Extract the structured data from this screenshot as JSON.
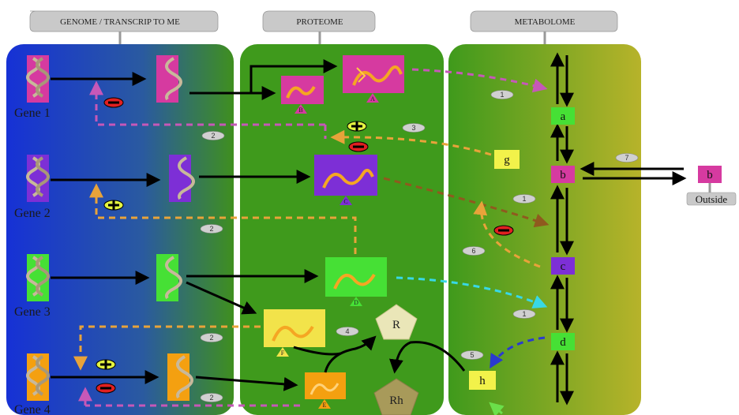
{
  "headers": {
    "genome": "GENOME  /  TRANSCRIP TO ME",
    "proteome": "PROTEOME",
    "metabolome": "METABOLOME"
  },
  "genes": [
    "Gene 1",
    "Gene 2",
    "Gene 3",
    "Gene 4"
  ],
  "proteins": [
    "A",
    "B",
    "C",
    "D",
    "E",
    "F"
  ],
  "metabolites": [
    "a",
    "b",
    "c",
    "d",
    "g",
    "h"
  ],
  "outside": {
    "metabolite": "b",
    "label": "Outside"
  },
  "receptors": {
    "r": "R",
    "rh": "Rh"
  },
  "step_numbers": [
    "1",
    "2",
    "3",
    "4",
    "5",
    "6",
    "7"
  ],
  "colors": {
    "genome_panel_start": "#1631d6",
    "genome_panel_end": "#3f8f1f",
    "proteome_panel": "#3f9a1c",
    "metabolome_panel_end": "#b7b32a",
    "magenta": "#d63aa0",
    "purple": "#7d2fd6",
    "green": "#46e035",
    "orange": "#f4a010",
    "yellow": "#f2f24a",
    "dashed_magenta": "#c658b8",
    "dashed_orange": "#e8a33a",
    "dashed_brown": "#8f5a1e",
    "dashed_cyan": "#38d8e6",
    "dashed_blue": "#2a3ad0"
  }
}
